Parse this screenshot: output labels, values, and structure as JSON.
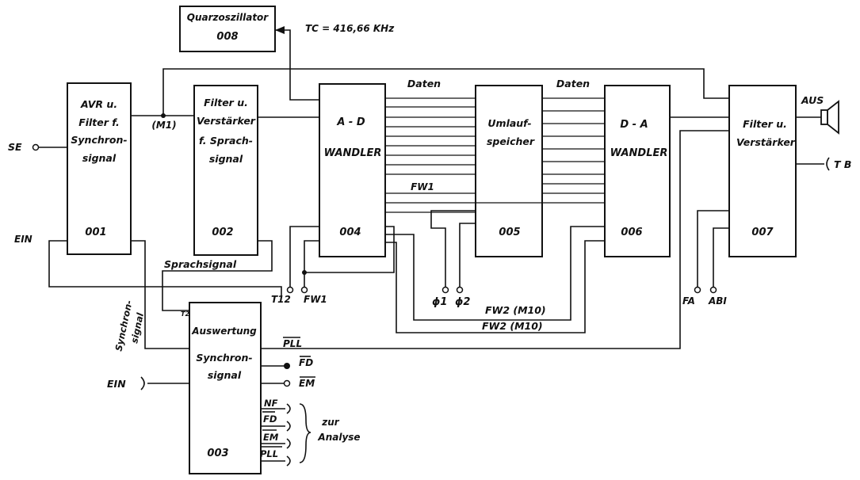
{
  "blocks": {
    "osc": {
      "line1": "Quarzoszillator",
      "line2": "008"
    },
    "b001": {
      "l1": "AVR u.",
      "l2": "Filter f.",
      "l3": "Synchron-",
      "l4": "signal",
      "num": "001"
    },
    "b002": {
      "l1": "Filter u.",
      "l2": "Verstärker",
      "l3": "f. Sprach-",
      "l4": "signal",
      "num": "002"
    },
    "b003": {
      "l1": "Auswertung",
      "l2": "Synchron-",
      "l3": "signal",
      "num": "003",
      "pin": "T2"
    },
    "b004": {
      "l1": "A - D",
      "l2": "WANDLER",
      "num": "004"
    },
    "b005": {
      "l1": "Umlauf-",
      "l2": "speicher",
      "num": "005"
    },
    "b006": {
      "l1": "D - A",
      "l2": "WANDLER",
      "num": "006"
    },
    "b007": {
      "l1": "Filter u.",
      "l2": "Verstärker",
      "num": "007"
    }
  },
  "labels": {
    "tc": "TC = 416,66 KHz",
    "daten1": "Daten",
    "daten2": "Daten",
    "m1": "(M1)",
    "se": "SE",
    "ein_top": "EIN",
    "ein_bottom": "EIN",
    "sprachsignal": "Sprachsignal",
    "synchron1": "Synchron-",
    "synchron2": "signal",
    "fw1_bus": "FW1",
    "t12": "T12",
    "fw1": "FW1",
    "phi1": "ϕ1",
    "phi2": "ϕ2",
    "fw2a": "FW2 (M10)",
    "fw2b": "FW2 (M10)",
    "fa": "FA",
    "abi": "ABI",
    "aus": "AUS",
    "tb": "T B",
    "pll_top": "PLL",
    "fd_out": "FD",
    "em_out": "EM",
    "nf": "NF",
    "fd": "FD",
    "em": "EM",
    "pll": "PLL",
    "zur": "zur",
    "analyse": "Analyse"
  }
}
